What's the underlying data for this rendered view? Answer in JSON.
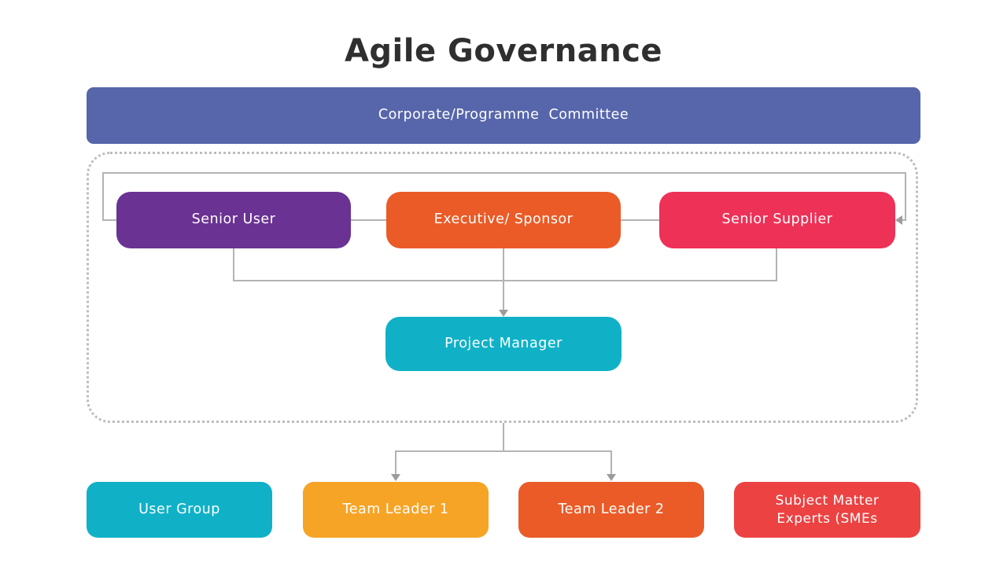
{
  "title": "Agile Governance",
  "colors": {
    "title": "#2f2f2f",
    "connector_line": "#b3b3b3",
    "arrowhead": "#9c9c9c",
    "dashed_frame_border": "#bdbdbd"
  },
  "nodes": {
    "committee": {
      "label": "Corporate/Programme  Committee",
      "color": "#5766ab"
    },
    "senior_user": {
      "label": "Senior User",
      "color": "#6a3293"
    },
    "executive": {
      "label": "Executive/ Sponsor",
      "color": "#ea5b27"
    },
    "senior_supplier": {
      "label": "Senior Supplier",
      "color": "#ee3157"
    },
    "project_manager": {
      "label": "Project Manager",
      "color": "#10b1c7"
    },
    "user_group": {
      "label": "User Group",
      "color": "#10b1c7"
    },
    "team_leader_1": {
      "label": "Team Leader 1",
      "color": "#f6a425"
    },
    "team_leader_2": {
      "label": "Team Leader 2",
      "color": "#ea5b27"
    },
    "sme": {
      "label": "Subject Matter\nExperts (SMEs",
      "color": "#ec4242"
    }
  }
}
